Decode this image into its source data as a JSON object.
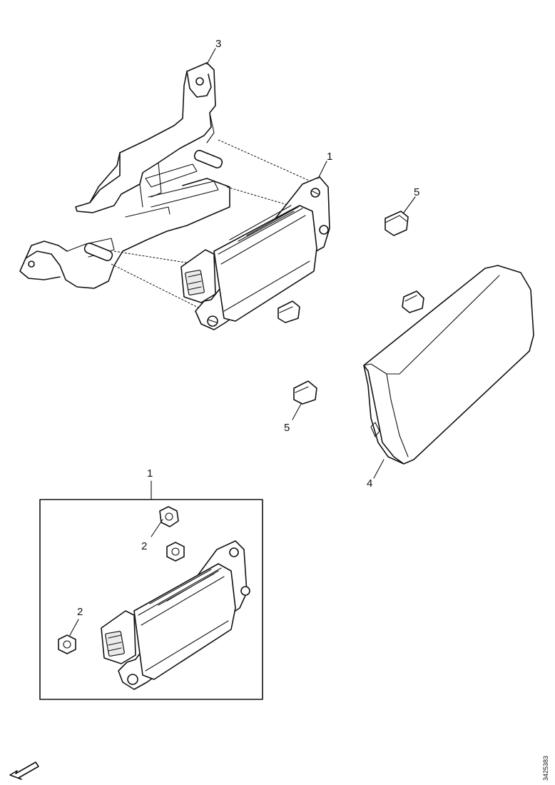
{
  "callouts": {
    "c3": "3",
    "c1_top": "1",
    "c5_top": "5",
    "c5_bottom": "5",
    "c4": "4",
    "c1_detail": "1",
    "c2_upper": "2",
    "c2_lower": "2"
  },
  "image_reference": "3425383",
  "icons": {
    "direction": "front-direction-arrow-icon"
  }
}
